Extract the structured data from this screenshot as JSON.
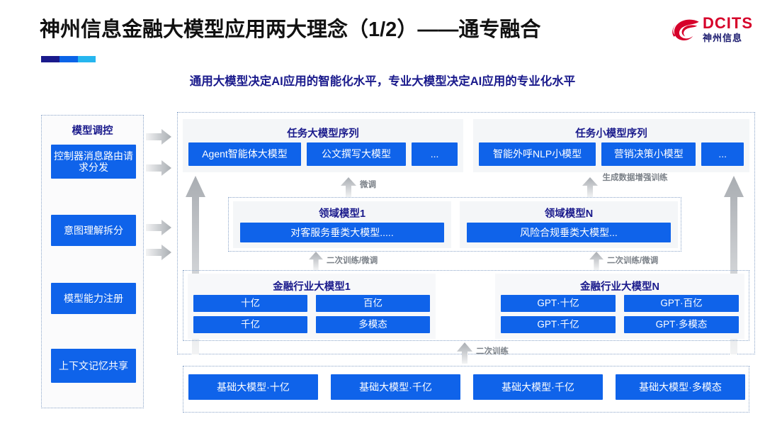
{
  "header": {
    "title": "神州信息金融大模型应用两大理念（1/2）——通专融合",
    "subtitle": "通用大模型决定AI应用的智能化水平，专业大模型决定AI应用的专业化水平",
    "accent_colors": [
      "#1a1a8c",
      "#0b64e8",
      "#26b6ef"
    ]
  },
  "logo": {
    "en": "DCITS",
    "cn": "神州信息",
    "mark": "swirl-icon",
    "color": "#d6002a"
  },
  "sidebar": {
    "title": "模型调控",
    "items": [
      {
        "label": "控制器消息路由请求分发"
      },
      {
        "label": "意图理解拆分"
      },
      {
        "label": "模型能力注册"
      },
      {
        "label": "上下文记忆共享"
      }
    ]
  },
  "task_sequences": [
    {
      "title": "任务大模型序列",
      "items": [
        "Agent智能体大模型",
        "公文撰写大模型",
        "..."
      ]
    },
    {
      "title": "任务小模型序列",
      "items": [
        "智能外呼NLP小模型",
        "营销决策小模型",
        "..."
      ]
    }
  ],
  "domain_models": [
    {
      "title": "领域模型1",
      "item": "对客服务垂类大模型....."
    },
    {
      "title": "领域模型N",
      "item": "风险合规垂类大模型..."
    }
  ],
  "industry_models": [
    {
      "title": "金融行业大模型1",
      "items": [
        "十亿",
        "百亿",
        "千亿",
        "多模态"
      ]
    },
    {
      "title": "金融行业大模型N",
      "items": [
        "GPT·十亿",
        "GPT·百亿",
        "GPT·千亿",
        "GPT·多模态"
      ]
    }
  ],
  "foundation_models": [
    "基础大模型·十亿",
    "基础大模型·千亿",
    "基础大模型·千亿",
    "基础大模型·多模态"
  ],
  "arrow_labels": {
    "finetune": "微调",
    "data_aug": "生成数据增强训练",
    "retrain_finetune": "二次训练/微调",
    "retrain": "二次训练"
  },
  "colors": {
    "box_blue": "#0f63ea",
    "header_navy": "#1a1a8c",
    "arrow_gray": "#b9bdc2",
    "dotted_border": "#8aa4c8"
  }
}
